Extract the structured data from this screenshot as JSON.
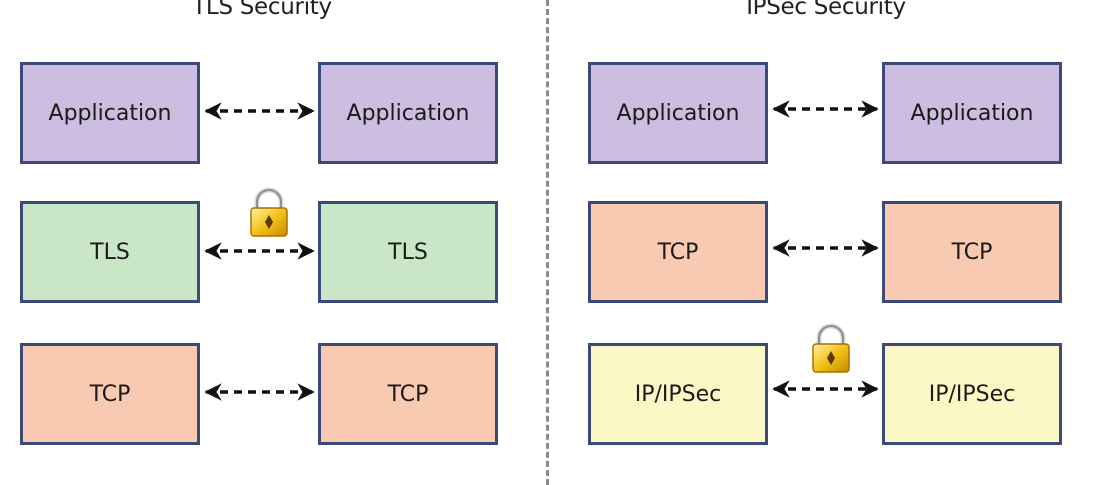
{
  "diagram": {
    "left": {
      "title": "TLS Security",
      "stack_left": [
        "Application",
        "TLS",
        "TCP"
      ],
      "stack_right": [
        "Application",
        "TLS",
        "TCP"
      ],
      "secured_layer": "TLS"
    },
    "right": {
      "title": "IPSec Security",
      "stack_left": [
        "Application",
        "TCP",
        "IP/IPSec"
      ],
      "stack_right": [
        "Application",
        "TCP",
        "IP/IPSec"
      ],
      "secured_layer": "IP/IPSec"
    },
    "colors": {
      "application": "#cdbde0",
      "tls": "#c9e6c6",
      "tcp": "#f9cab2",
      "ip_ipsec": "#fbf8c6",
      "border": "#3c4a7a",
      "lock": "#e8b20c"
    },
    "icons": [
      "lock-icon",
      "double-arrow-icon"
    ]
  }
}
